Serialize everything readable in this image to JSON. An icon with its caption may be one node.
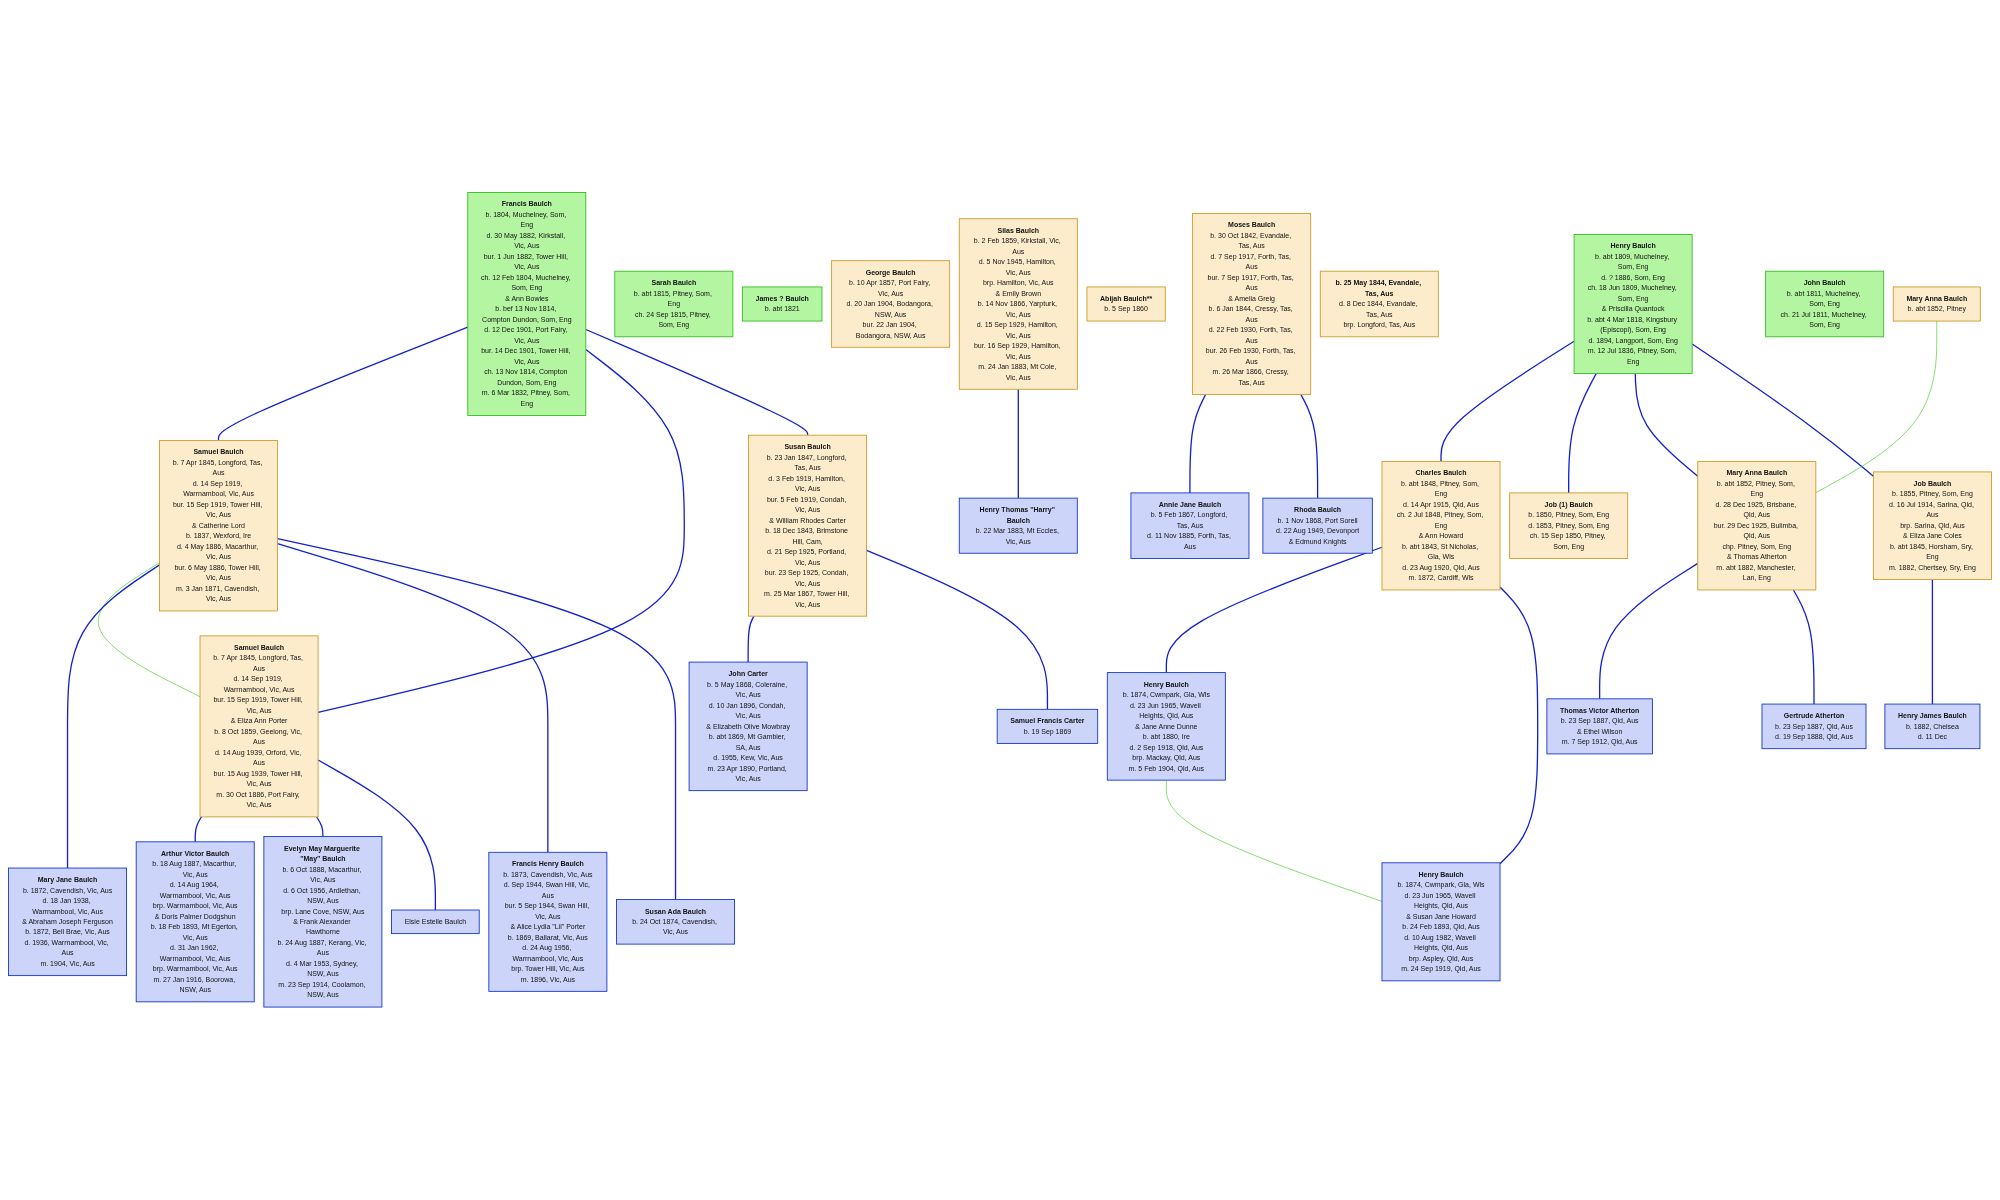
{
  "diagram": {
    "nodes": [
      {
        "text": [
          "Francis Baulch",
          "b. 1804, Muchelney, Som, Eng",
          "d. 30 May 1882, Kirkstall, Vic, Aus",
          "bur. 1 Jun 1882, Tower Hill, Vic, Aus",
          "ch. 12 Feb 1804, Muchelney, Som, Eng",
          "& Ann Bowles",
          "b. bef 13 Nov 1814, Compton Dundon, Som, Eng",
          "d. 12 Dec 1901, Port Fairy, Vic, Aus",
          "bur. 14 Dec 1901, Tower Hill, Vic, Aus",
          "ch. 13 Nov 1814, Compton Dundon, Som, Eng",
          "m. 6 Mar 1832, Pitney, Som, Eng"
        ]
      },
      {
        "text": [
          "Samuel Baulch",
          "b. 7 Apr 1845, Longford, Tas, Aus",
          "d. 14 Sep 1919, Warrnambool, Vic, Aus",
          "bur. 15 Sep 1919, Tower Hill, Vic, Aus",
          "& Catherine Lord",
          "b. 1837, Wexford, Ire",
          "d. 4 May 1886, Macarthur, Vic, Aus",
          "bur. 6 May 1886, Tower Hill, Vic, Aus",
          "m. 3 Jan 1871, Cavendish, Vic, Aus"
        ]
      },
      {
        "text": [
          "Samuel Baulch",
          "b. 7 Apr 1845, Longford, Tas, Aus",
          "d. 14 Sep 1919, Warrnambool, Vic, Aus",
          "bur. 15 Sep 1919, Tower Hill, Vic, Aus",
          "& Eliza Ann Porter",
          "b. 8 Oct 1859, Geelong, Vic, Aus",
          "d. 14 Aug 1939, Orford, Vic, Aus",
          "bur. 15 Aug 1939, Tower Hill, Vic, Aus",
          "m. 30 Oct 1886, Port Fairy, Vic, Aus"
        ]
      },
      {
        "text": [
          "Susan Baulch",
          "b. 23 Jan 1847, Longford, Tas, Aus",
          "d. 3 Feb 1919, Hamilton, Vic, Aus",
          "bur. 5 Feb 1919, Condah, Vic, Aus",
          "& William Rhodes Carter",
          "b. 18 Dec 1843, Brimstone Hill, Cam,",
          "d. 21 Sep 1925, Portland, Vic, Aus",
          "bur. 23 Sep 1925, Condah, Vic, Aus",
          "m. 25 Mar 1867, Tower Hill, Vic, Aus"
        ]
      },
      {
        "text": [
          "Mary Jane Baulch",
          "b. 1872, Cavendish, Vic, Aus",
          "d. 18 Jan 1938, Warrnambool, Vic, Aus",
          "& Abraham Joseph Ferguson",
          "b. 1872, Bell Brae, Vic, Aus",
          "d. 1936, Warrnambool, Vic, Aus",
          "m. 1904, Vic, Aus"
        ]
      },
      {
        "text": [
          "Francis Henry Baulch",
          "b. 1873, Cavendish, Vic, Aus",
          "d. Sep 1944, Swan Hill, Vic, Aus",
          "bur. 5 Sep 1944, Swan Hill, Vic, Aus",
          "& Alice Lydia \"Lil\" Porter",
          "b. 1869, Ballarat, Vic, Aus",
          "d. 24 Aug 1956, Warrnambool, Vic, Aus",
          "brp. Tower Hill, Vic, Aus",
          "m. 1896, Vic, Aus"
        ]
      },
      {
        "text": [
          "Susan Ada Baulch",
          "b. 24 Oct 1874, Cavendish, Vic, Aus"
        ]
      },
      {
        "text": [
          "Arthur Victor Baulch",
          "b. 18 Aug 1887, Macarthur, Vic, Aus",
          "d. 14 Aug 1964, Warrnambool, Vic, Aus",
          "brp. Warrnambool, Vic, Aus",
          "& Doris Palmer Dodgshun",
          "b. 18 Feb 1893, Mt Egerton, Vic, Aus",
          "d. 31 Jan 1962, Warrnambool, Vic, Aus",
          "brp. Warrnambool, Vic, Aus",
          "m. 27 Jan 1916, Boorowa, NSW, Aus"
        ]
      },
      {
        "text": [
          "Evelyn May Marguerite \"May\" Baulch",
          "b. 6 Oct 1888, Macarthur, Vic, Aus",
          "d. 6 Oct 1956, Ardlethan, NSW, Aus",
          "brp. Lane Cove, NSW, Aus",
          "& Frank Alexander Hawthorne",
          "b. 24 Aug 1887, Kerang, Vic, Aus",
          "d. 4 Mar 1953, Sydney, NSW, Aus",
          "m. 23 Sep 1914, Coolamon, NSW, Aus"
        ]
      },
      {
        "text": [
          "Elsie Estelle Baulch"
        ]
      },
      {
        "text": [
          "John Carter",
          "b. 5 May 1868, Coleraine, Vic, Aus",
          "d. 10 Jan 1896, Condah, Vic, Aus",
          "& Elizabeth Olive Mowbray",
          "b. abt 1869, Mt Gambier, SA, Aus",
          "d. 1955, Kew, Vic, Aus",
          "m. 23 Apr 1890, Portland, Vic, Aus"
        ]
      },
      {
        "text": [
          "Samuel Francis Carter",
          "b. 19 Sep 1869"
        ]
      },
      {
        "text": [
          "Sarah Baulch",
          "b. abt 1815, Pitney, Som, Eng",
          "ch. 24 Sep 1815, Pitney, Som, Eng"
        ]
      },
      {
        "text": [
          "James ? Baulch",
          "b. abt 1821"
        ]
      },
      {
        "text": [
          "George Baulch",
          "b. 10 Apr 1857, Port Fairy, Vic, Aus",
          "d. 20 Jan 1904, Bodangora, NSW, Aus",
          "bur. 22 Jan 1904, Bodangora, NSW, Aus"
        ]
      },
      {
        "text": [
          "Silas Baulch",
          "b. 2 Feb 1859, Kirkstall, Vic, Aus",
          "d. 5 Nov 1945, Hamilton, Vic, Aus",
          "brp. Hamilton, Vic, Aus",
          "& Emily Brown",
          "b. 14 Nov 1866, Yarpturk, Vic, Aus",
          "d. 15 Sep 1929, Hamilton, Vic, Aus",
          "bur. 16 Sep 1929, Hamilton, Vic, Aus",
          "m. 24 Jan 1883, Mt Cole, Vic, Aus"
        ]
      },
      {
        "text": [
          "Abijah Baulch**",
          "b. 5 Sep 1860"
        ]
      },
      {
        "text": [
          "Henry Thomas \"Harry\" Baulch",
          "b. 22 Mar 1883, Mt Eccles, Vic, Aus"
        ]
      },
      {
        "text": [
          "Moses Baulch",
          "b. 30 Oct 1842, Evandale, Tas, Aus",
          "d. 7 Sep 1917, Forth, Tas, Aus",
          "bur. 7 Sep 1917, Forth, Tas, Aus",
          "& Amelia Greig",
          "b. 6 Jan 1844, Cressy, Tas, Aus",
          "d. 22 Feb 1930, Forth, Tas, Aus",
          "bur. 26 Feb 1930, Forth, Tas, Aus",
          "m. 26 Mar 1866, Cressy, Tas, Aus"
        ]
      },
      {
        "text": [
          "Annie Jane Baulch",
          "b. 5 Feb 1867, Longford, Tas, Aus",
          "d. 11 Nov 1885, Forth, Tas, Aus"
        ]
      },
      {
        "text": [
          "Rhoda Baulch",
          "b. 1 Nov 1868, Port Sorell",
          "d. 22 Aug 1949, Devonport",
          "& Edmund Knights"
        ]
      },
      {
        "text": [
          "b. 25 May 1844, Evandale, Tas, Aus",
          "d. 8 Dec 1844, Evandale, Tas, Aus",
          "brp. Longford, Tas, Aus"
        ]
      },
      {
        "text": [
          "Henry Baulch",
          "b. abt 1809, Muchelney, Som, Eng",
          "d. ? 1886, Som, Eng",
          "ch. 18 Jun 1809, Muchelney, Som, Eng",
          "& Priscilla Quantock",
          "b. abt 4 Mar 1818, Kingsbury (Episcopi), Som, Eng",
          "d. 1894, Langport, Som, Eng",
          "m. 12 Jul 1836, Pitney, Som, Eng"
        ]
      },
      {
        "text": [
          "Charles Baulch",
          "b. abt 1848, Pitney, Som, Eng",
          "d. 14 Apr 1915, Qld, Aus",
          "ch. 2 Jul 1848, Pitney, Som, Eng",
          "& Ann Howard",
          "b. abt 1843, St Nicholas, Gla, Wls",
          "d. 23 Aug 1920, Qld, Aus",
          "m. 1872, Cardiff, Wls"
        ]
      },
      {
        "text": [
          "Job (1) Baulch",
          "b. 1850, Pitney, Som, Eng",
          "d. 1853, Pitney, Som, Eng",
          "ch. 15 Sep 1850, Pitney, Som, Eng"
        ]
      },
      {
        "text": [
          "Mary Anna Baulch",
          "b. abt 1852, Pitney, Som, Eng",
          "d. 28 Dec 1925, Brisbane, Qld, Aus",
          "bur. 29 Dec 1925, Bulimba, Qld, Aus",
          "chp. Pitney, Som, Eng",
          "& Thomas Atherton",
          "m. abt 1882, Manchester, Lan, Eng"
        ]
      },
      {
        "text": [
          "Job Baulch",
          "b. 1855, Pitney, Som, Eng",
          "d. 16 Jul 1914, Sarina, Qld, Aus",
          "brp. Sarina, Qld, Aus",
          "& Eliza Jane Coles",
          "b. abt 1845, Horsham, Sry, Eng",
          "m. 1882, Chertsey, Sry, Eng"
        ]
      },
      {
        "text": [
          "John Baulch",
          "b. abt 1811, Muchelney, Som, Eng",
          "ch. 21 Jul 1811, Muchelney, Som, Eng"
        ]
      },
      {
        "text": [
          "Henry Baulch",
          "b. 1874, Cwmpark, Gla, Wls",
          "d. 23 Jun 1965, Wavell Heights, Qld, Aus",
          "& Jane Anne Dunne",
          "b. abt 1880, Ire",
          "d. 2 Sep 1918, Qld, Aus",
          "brp. Mackay, Qld, Aus",
          "m. 5 Feb 1904, Qld, Aus"
        ]
      },
      {
        "text": [
          "Henry Baulch",
          "b. 1874, Cwmpark, Gla, Wls",
          "d. 23 Jun 1965, Wavell Heights, Qld, Aus",
          "& Susan Jane Howard",
          "b. 24 Feb 1893, Qld, Aus",
          "d. 10 Aug 1982, Wavell Heights, Qld, Aus",
          "brp. Aspley, Qld, Aus",
          "m. 24 Sep 1919, Qld, Aus"
        ]
      },
      {
        "text": [
          "Thomas Victor Atherton",
          "b. 23 Sep 1887, Qld, Aus",
          "& Ethel Wilson",
          "m. 7 Sep 1912, Qld, Aus"
        ]
      },
      {
        "text": [
          "Gertrude Atherton",
          "b. 23 Sep 1887, Qld, Aus",
          "d. 19 Sep 1888, Qld, Aus"
        ]
      },
      {
        "text": [
          "Mary Anna Baulch",
          "b. abt 1852, Pitney"
        ]
      },
      {
        "text": [
          "Henry James Baulch",
          "b. 1882, Chelsea",
          "d. 11 Dec"
        ]
      }
    ],
    "edges": [
      {
        "from": 0,
        "to": 1,
        "arrow": "none"
      },
      {
        "from": 0,
        "to": 2,
        "arrow": "none"
      },
      {
        "from": 0,
        "to": 3,
        "arrow": "none"
      },
      {
        "from": 1,
        "to": 2,
        "arrow": "none",
        "color": "#44cc22"
      },
      {
        "from": 1,
        "to": 4,
        "arrow": "none"
      },
      {
        "from": 1,
        "to": 5,
        "arrow": "none"
      },
      {
        "from": 1,
        "to": 6,
        "arrow": "none"
      },
      {
        "from": 2,
        "to": 7,
        "arrow": "none"
      },
      {
        "from": 2,
        "to": 8,
        "arrow": "none"
      },
      {
        "from": 2,
        "to": 9,
        "arrow": "none"
      },
      {
        "from": 3,
        "to": 10,
        "arrow": "none"
      },
      {
        "from": 3,
        "to": 11,
        "arrow": "none"
      },
      {
        "from": 15,
        "to": 17,
        "arrow": "none"
      },
      {
        "from": 18,
        "to": 19,
        "arrow": "none"
      },
      {
        "from": 18,
        "to": 20,
        "arrow": "none"
      },
      {
        "from": 22,
        "to": 23,
        "arrow": "none"
      },
      {
        "from": 22,
        "to": 24,
        "arrow": "none"
      },
      {
        "from": 22,
        "to": 25,
        "arrow": "none"
      },
      {
        "from": 22,
        "to": 26,
        "arrow": "none"
      },
      {
        "from": 23,
        "to": 28,
        "arrow": "none"
      },
      {
        "from": 23,
        "to": 29,
        "arrow": "none"
      },
      {
        "from": 28,
        "to": 29,
        "arrow": "none",
        "color": "#44cc22"
      },
      {
        "from": 25,
        "to": 30,
        "arrow": "none"
      },
      {
        "from": 25,
        "to": 31,
        "arrow": "none"
      },
      {
        "from": 32,
        "to": 25,
        "arrow": "none",
        "color": "#44cc22"
      },
      {
        "from": 26,
        "to": 33,
        "arrow": "none"
      }
    ]
  }
}
